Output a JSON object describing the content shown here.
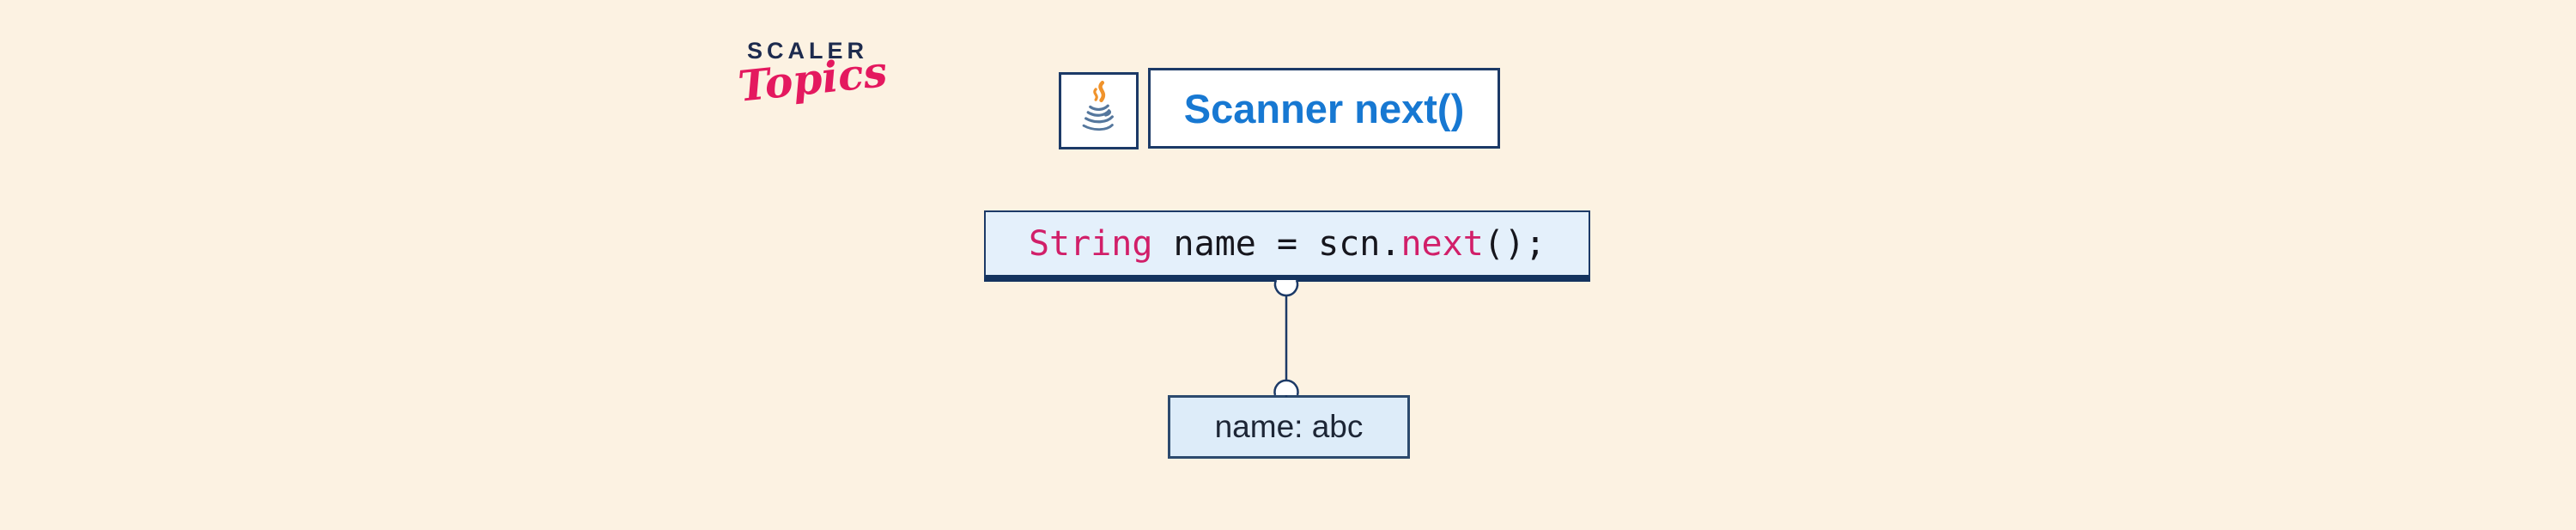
{
  "page": {
    "background_color": "#fcf2e2"
  },
  "logo": {
    "brand": "SCALER",
    "subbrand": "Topics",
    "brand_color": "#1d2b4e",
    "subbrand_color": "#e4195f"
  },
  "header": {
    "icon": "java-icon",
    "title": "Scanner next()",
    "title_color": "#1778d2",
    "border_color": "#1c3a67",
    "icon_flame_color": "#f0932b",
    "icon_cup_color": "#55779d"
  },
  "code_box": {
    "full_text": "String name = scn.next();",
    "tokens": [
      {
        "text": "String",
        "type": "keyword"
      },
      {
        "text": " name = scn.",
        "type": "plain"
      },
      {
        "text": "next",
        "type": "keyword"
      },
      {
        "text": "();",
        "type": "plain"
      }
    ],
    "keyword_color": "#d11f69",
    "text_color": "#16161d",
    "background_color": "#e4f0fb",
    "border_color": "#1c3a67",
    "underline_bar_color": "#14335f"
  },
  "connector": {
    "line_color": "#1c3a67",
    "node_fill_color": "#ffffff"
  },
  "result_box": {
    "label": "name: abc",
    "background_color": "#ddecf9",
    "border_color": "#2c4a6e",
    "text_color": "#1d2636"
  }
}
